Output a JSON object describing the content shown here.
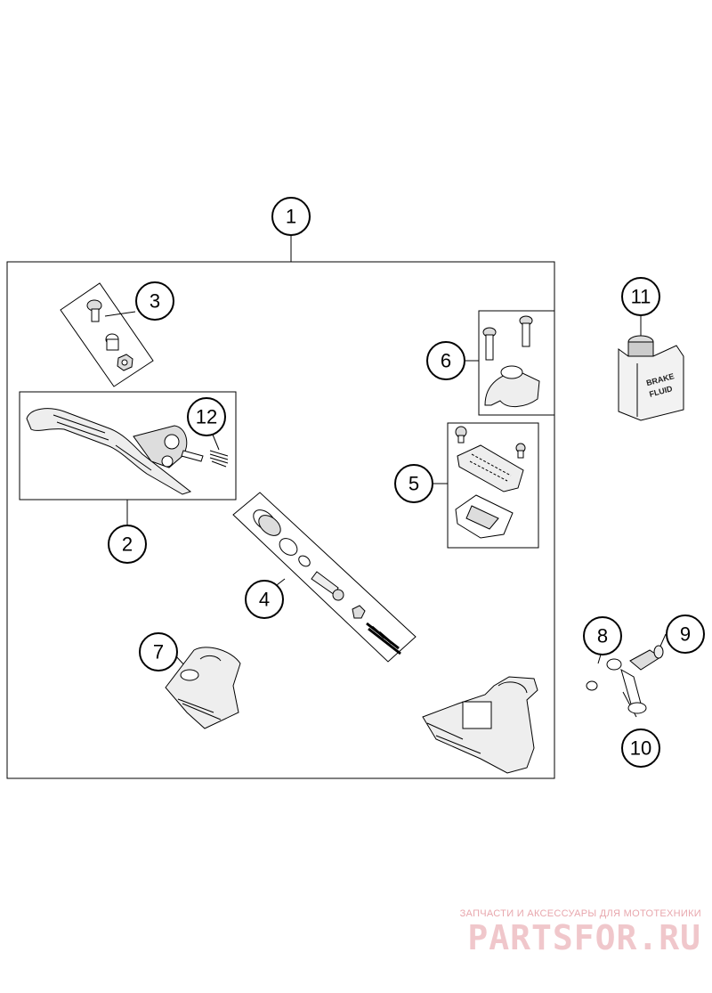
{
  "callouts": [
    {
      "id": "callout-1",
      "label": "1"
    },
    {
      "id": "callout-2",
      "label": "2"
    },
    {
      "id": "callout-3",
      "label": "3"
    },
    {
      "id": "callout-4",
      "label": "4"
    },
    {
      "id": "callout-5",
      "label": "5"
    },
    {
      "id": "callout-6",
      "label": "6"
    },
    {
      "id": "callout-7",
      "label": "7"
    },
    {
      "id": "callout-8",
      "label": "8"
    },
    {
      "id": "callout-9",
      "label": "9"
    },
    {
      "id": "callout-10",
      "label": "10"
    },
    {
      "id": "callout-11",
      "label": "11"
    },
    {
      "id": "callout-12",
      "label": "12"
    }
  ],
  "bottle": {
    "line1": "BRAKE",
    "line2": "FLUID"
  },
  "watermark": {
    "caption": "ЗАПЧАСТИ И АКСЕССУАРЫ ДЛЯ МОТОТЕХНИКИ",
    "logo": "PARTSFOR.RU"
  }
}
